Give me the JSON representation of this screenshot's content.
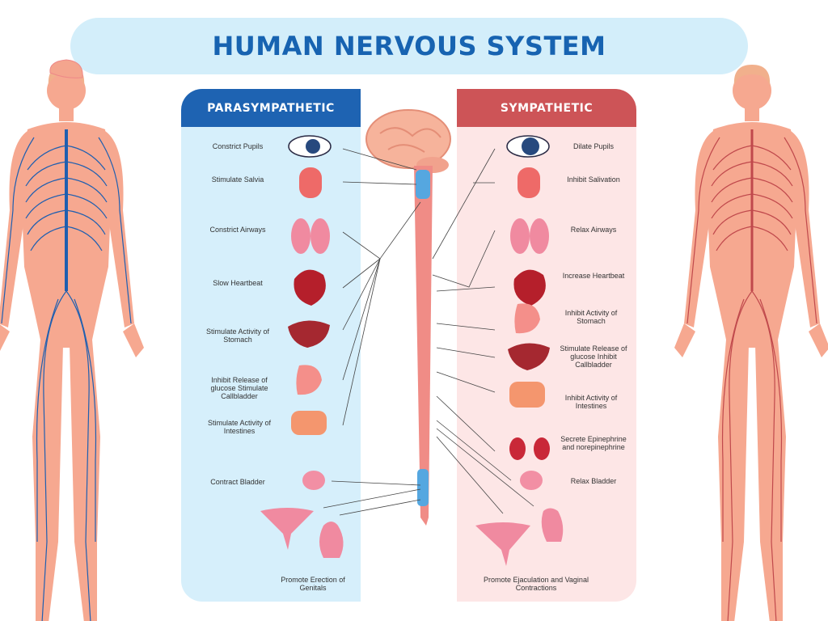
{
  "title": "HUMAN NERVOUS SYSTEM",
  "parasympathetic": {
    "header": "PARASYMPATHETIC",
    "items": [
      "Constrict Pupils",
      "Stimulate Salvia",
      "Constrict Airways",
      "Slow Heartbeat",
      "Stimulate Activity of Stomach",
      "Inhibit Release of glucose Stimulate Callbladder",
      "Stimulate Activity of Intestines",
      "Contract Bladder",
      "Promote Erection of Genitals"
    ]
  },
  "sympathetic": {
    "header": "SYMPATHETIC",
    "items": [
      "Dilate Pupils",
      "Inhibit Salivation",
      "Relax Airways",
      "Increase Heartbeat",
      "Inhibit Activity of Stomach",
      "Stimulate Release of glucose Inhibit Callbladder",
      "Inhibit Activity of Intestines",
      "Secrete Epinephrine and norepinephrine",
      "Relax Bladder",
      "Promote Ejaculation and Vaginal Contractions"
    ]
  },
  "colors": {
    "title": "#1763b1",
    "para_header": "#1e63b2",
    "symp_header": "#cd5457",
    "para_panel": "#d6effb",
    "symp_panel": "#fde6e6",
    "body_skin": "#f6a890",
    "para_nerve": "#1f5fb0",
    "symp_nerve": "#c0494c"
  }
}
